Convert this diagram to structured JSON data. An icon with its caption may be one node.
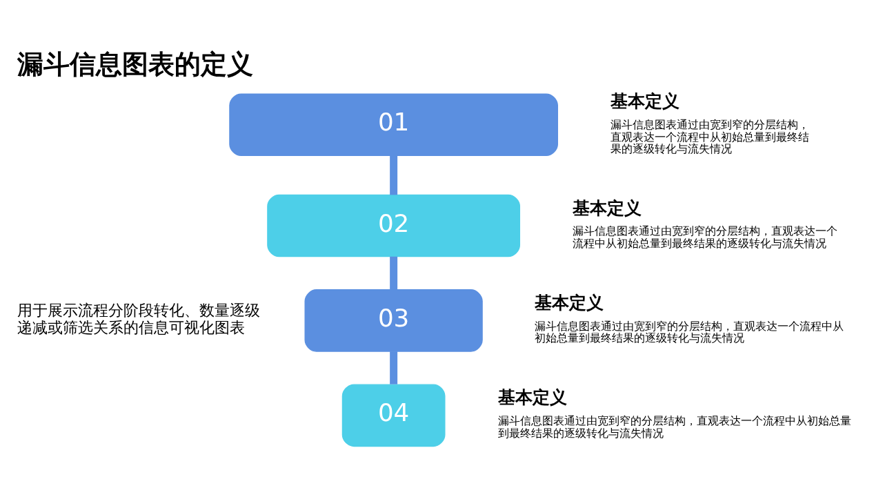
{
  "diagram": {
    "title": "漏斗信息图表的定义",
    "nodes": [
      {
        "text": [
          "01"
        ],
        "beside": [
          "基本定义",
          "漏斗信息图表通过由宽到窄的分层结构，直观表达一个流程中从初始总量到最终结果的逐级转化与流失情况"
        ]
      },
      {
        "text": [
          "02"
        ],
        "beside": [
          "基本定义",
          "漏斗信息图表通过由宽到窄的分层结构，直观表达一个流程中从初始总量到最终结果的逐级转化与流失情况"
        ]
      },
      {
        "text": [
          "03"
        ],
        "beside": [
          "基本定义",
          "漏斗信息图表通过由宽到窄的分层结构，直观表达一个流程中从初始总量到最终结果的逐级转化与流失情况"
        ]
      },
      {
        "text": [
          "04"
        ],
        "beside": [
          "基本定义",
          "漏斗信息图表通过由宽到窄的分层结构，直观表达一个流程中从初始总量到最终结果的逐级转化与流失情况"
        ]
      }
    ],
    "edges": [
      {
        "from": 0,
        "to": 1,
        "arrow": "none"
      },
      {
        "from": 1,
        "to": 2,
        "arrow": "none"
      },
      {
        "from": 2,
        "to": 3,
        "arrow": "none"
      }
    ],
    "labels": [
      "用于展示流程分阶段转化、数量逐级递减或筛选关系的信息可视化图表"
    ]
  }
}
